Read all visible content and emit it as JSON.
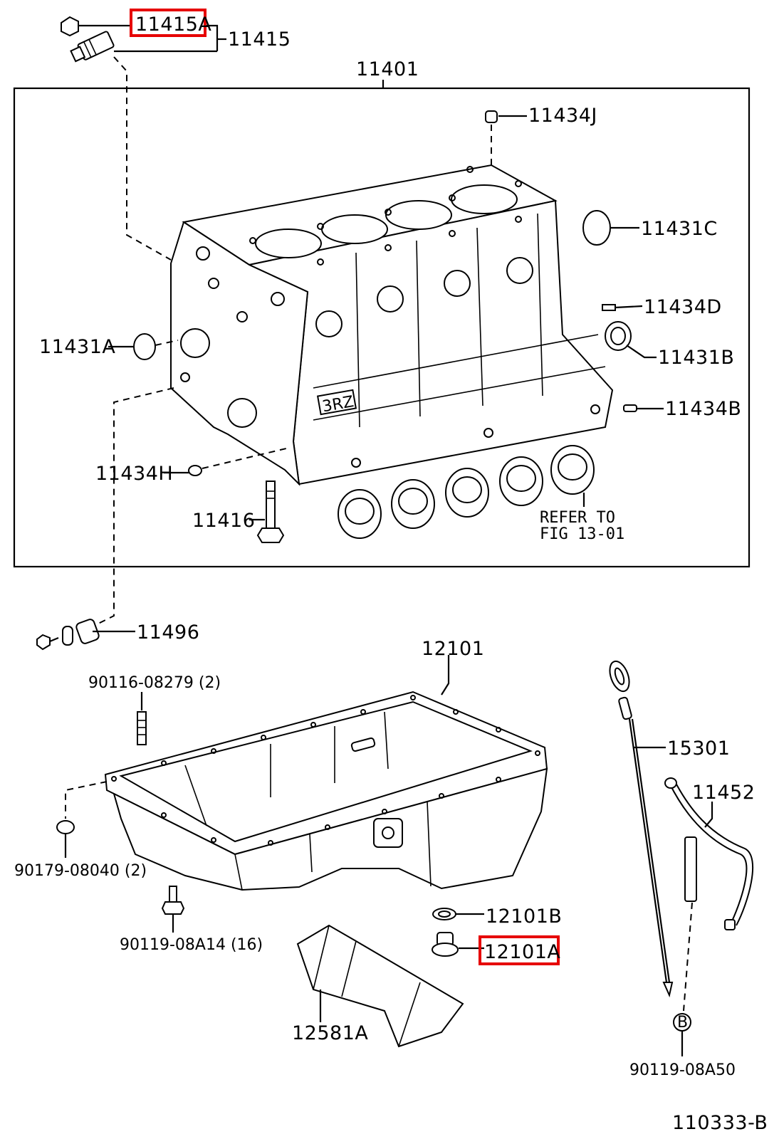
{
  "labels": {
    "p11415A": "11415A",
    "p11415": "11415",
    "p11401": "11401",
    "p11434J": "11434J",
    "p11431C": "11431C",
    "p11434D": "11434D",
    "p11431B": "11431B",
    "p11434B": "11434B",
    "p11431A": "11431A",
    "p11434H": "11434H",
    "p11416": "11416",
    "p11496": "11496",
    "p12101": "12101",
    "p90116": "90116-08279 (2)",
    "p15301": "15301",
    "p11452": "11452",
    "p90179": "90179-08040 (2)",
    "p90119a": "90119-08A14 (16)",
    "p12101B": "12101B",
    "p12101A": "12101A",
    "p12581A": "12581A",
    "p90119b": "90119-08A50",
    "circleB": "B",
    "figId": "110333-B",
    "engineMark": "3RZ"
  },
  "refer": {
    "line1": "REFER TO",
    "line2": "FIG 13-01"
  },
  "highlights": [
    "11415A",
    "12101A"
  ],
  "colors": {
    "highlight": "#e60000",
    "ink": "#000000",
    "background": "#ffffff"
  }
}
